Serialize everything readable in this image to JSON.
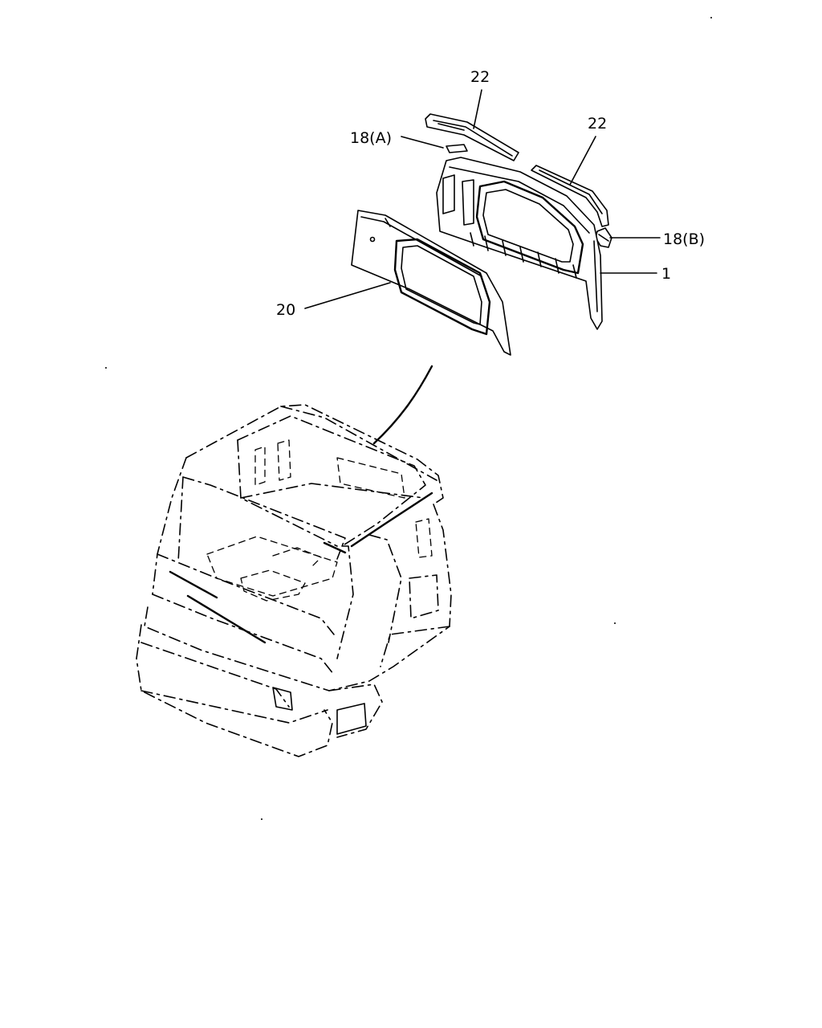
{
  "diagram": {
    "callouts": [
      {
        "id": "c22a",
        "label": "22"
      },
      {
        "id": "c22b",
        "label": "22"
      },
      {
        "id": "c18a",
        "label": "18(A)"
      },
      {
        "id": "c18b",
        "label": "18(B)"
      },
      {
        "id": "c1",
        "label": "1"
      },
      {
        "id": "c20",
        "label": "20"
      }
    ]
  }
}
